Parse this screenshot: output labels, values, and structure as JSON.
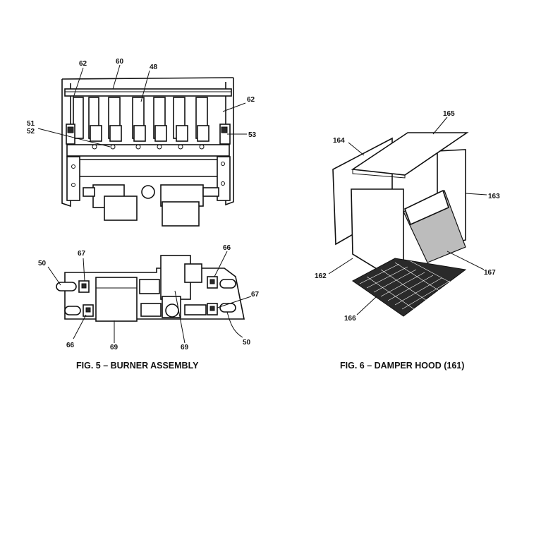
{
  "fig5": {
    "caption": "FIG. 5 – BURNER ASSEMBLY",
    "labels": {
      "l62a": "62",
      "l60": "60",
      "l48": "48",
      "l62b": "62",
      "l51": "51",
      "l52": "52",
      "l53": "53",
      "l50a": "50",
      "l67a": "67",
      "l66a": "66",
      "l67b": "67",
      "l66b": "66",
      "l69a": "69",
      "l69b": "69",
      "l50b": "50"
    }
  },
  "fig6": {
    "caption": "FIG. 6 – DAMPER HOOD (161)",
    "labels": {
      "l165": "165",
      "l164": "164",
      "l163": "163",
      "l162": "162",
      "l167": "167",
      "l166": "166"
    }
  }
}
